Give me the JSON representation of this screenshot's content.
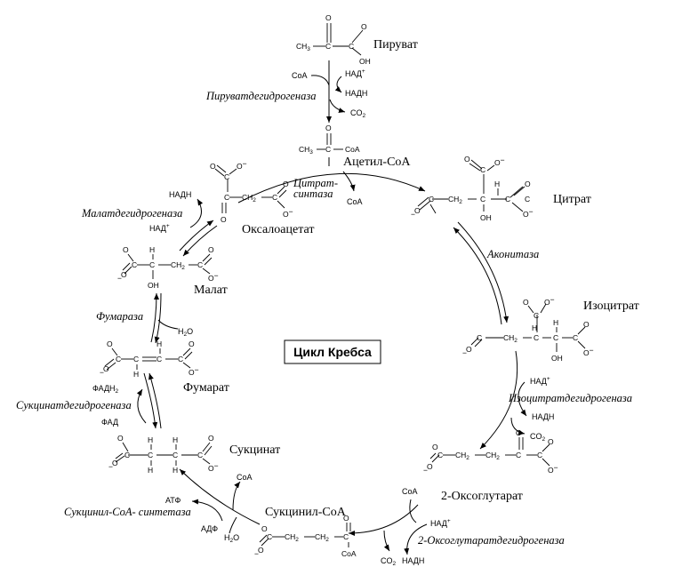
{
  "title": "Цикл Кребса",
  "metabolites": {
    "pyruvate": "Пируват",
    "acetyl_coa": "Ацетил-CoA",
    "citrate": "Цитрат",
    "isocitrate": "Изоцитрат",
    "oxoglutarate": "2-Оксоглутарат",
    "succinyl_coa": "Сукцинил-CoA",
    "succinate": "Сукцинат",
    "fumarate": "Фумарат",
    "malate": "Малат",
    "oxaloacetate": "Оксалоацетат"
  },
  "enzymes": {
    "pyruvate_dh": "Пируватдегидрогеназа",
    "citrate_synthase_1": "Цитрат-",
    "citrate_synthase_2": "синтаза",
    "aconitase": "Аконитаза",
    "isocitrate_dh": "Изоцитратдегидрогеназа",
    "oxoglutarate_dh": "2-Оксоглутаратдегидрогеназа",
    "succinyl_coa_synthetase": "Сукцинил-CoA- синтетаза",
    "succinate_dh": "Сукцинатдегидрогеназа",
    "fumarase": "Фумараза",
    "malate_dh": "Малатдегидрогеназа"
  },
  "cofactors": {
    "coa": "CoA",
    "nad": "НАД",
    "nadh": "НАДН",
    "co2": "CO",
    "h2o": "H",
    "atp": "АТФ",
    "adp": "АДФ",
    "fad": "ФАД",
    "fadh2": "ФАДН",
    "plus": "+",
    "sub2": "2",
    "o_letter": "O"
  }
}
